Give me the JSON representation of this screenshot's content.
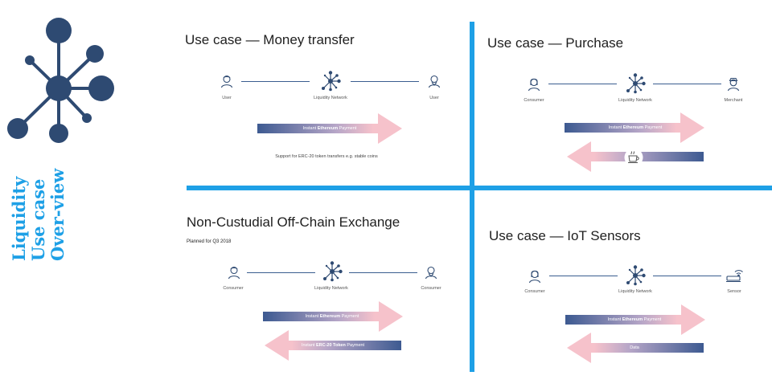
{
  "sidebar": {
    "title_lines": [
      "Liquidity",
      "Use case",
      "Over-view"
    ],
    "accent_color": "#1ea0e6",
    "logo_icon": "network-hub-icon"
  },
  "panels": {
    "money_transfer": {
      "title": "Use case — Money transfer",
      "left_label": "User",
      "center_label": "Liquidity Network",
      "right_label": "User",
      "arrow1_pre": "Instant ",
      "arrow1_bold": "Ethereum",
      "arrow1_post": " Payment",
      "note": "Support for ERC-20 token transfers e.g. stable coins"
    },
    "purchase": {
      "title": "Use case — Purchase",
      "left_label": "Consumer",
      "center_label": "Liquidity Network",
      "right_label": "Merchant",
      "arrow1_pre": "Instant ",
      "arrow1_bold": "Ethereum",
      "arrow1_post": " Payment",
      "return_icon": "coffee-cup-icon"
    },
    "exchange": {
      "title": "Non-Custudial Off-Chain Exchange",
      "subtitle": "Planned for Q3 2018",
      "left_label": "Consumer",
      "center_label": "Liquidity Network",
      "right_label": "Consumer",
      "arrow1_pre": "Instant ",
      "arrow1_bold": "Ethereum",
      "arrow1_post": " Payment",
      "arrow2_pre": "Instant ",
      "arrow2_bold": "ERC-20 Token",
      "arrow2_post": " Payment"
    },
    "iot": {
      "title": "Use case — IoT Sensors",
      "left_label": "Consumer",
      "center_label": "Liquidity Network",
      "right_label": "Sensor",
      "arrow1_pre": "Instant ",
      "arrow1_bold": "Ethereum",
      "arrow1_post": " Payment",
      "arrow2_text": "Data"
    }
  },
  "colors": {
    "divider": "#1ea0e6",
    "node": "#2e4a72",
    "arrow_dark": "#3d5a91",
    "arrow_light": "#f6c2cb"
  }
}
